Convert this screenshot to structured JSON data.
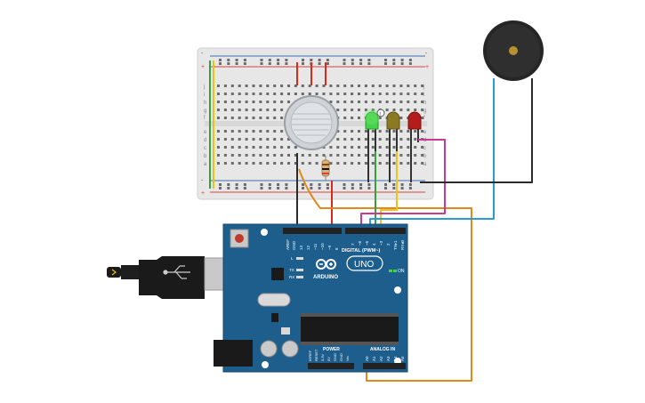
{
  "canvas": {
    "background": "#ffffff"
  },
  "colors": {
    "breadboard": "#e7e7e7",
    "rail_red": "#d6453c",
    "rail_blue": "#3f6fb3",
    "arduino": "#1d5e8c",
    "wire_black": "#2b2b2b",
    "wire_red": "#d62a1e",
    "wire_orange": "#e08a1d",
    "wire_green": "#3a9f3a",
    "wire_yellow": "#f1c21b",
    "wire_magenta": "#c63a95",
    "wire_blue": "#2a9cd3",
    "led_green": "#44d44a",
    "led_yellow": "#8a7a24",
    "led_red": "#b51c1c"
  },
  "breadboard": {
    "rail_plus": "+",
    "rail_minus": "-",
    "row_letters_top": [
      "j",
      "i",
      "h",
      "g",
      "f"
    ],
    "row_letters_bottom": [
      "e",
      "d",
      "c",
      "b",
      "a"
    ]
  },
  "components": {
    "gas_sensor": "gas-sensor",
    "buzzer": "piezo-buzzer",
    "resistor": "resistor",
    "leds": [
      "green",
      "yellow",
      "red"
    ],
    "usb_cable": "usb-cable"
  },
  "arduino": {
    "brand": "ARDUINO",
    "model": "UNO",
    "digital_label": "DIGITAL (PWM~)",
    "power_label": "POWER",
    "analog_label": "ANALOG IN",
    "on_label": "ON",
    "l_label": "L",
    "tx_label": "TX",
    "rx_label": "RX",
    "top_pins": [
      "AREF",
      "GND",
      "13",
      "12",
      "~11",
      "~10",
      "~9",
      "8",
      "7",
      "~6",
      "~5",
      "4",
      "~3",
      "2",
      "TX▸1",
      "RX◂0"
    ],
    "power_pins": [
      "IOREF",
      "RESET",
      "3.3V",
      "5V",
      "GND",
      "GND",
      "Vin"
    ],
    "analog_pins": [
      "A0",
      "A1",
      "A2",
      "A3",
      "A4",
      "A5"
    ]
  }
}
